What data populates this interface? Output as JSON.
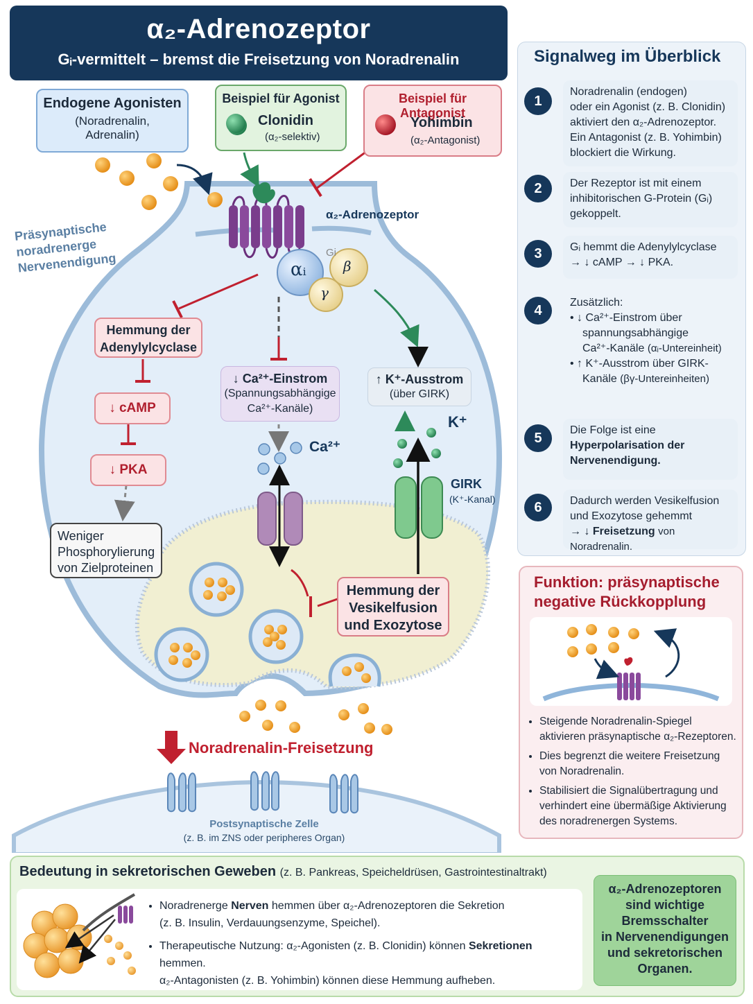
{
  "title": {
    "main": "α₂-Adrenozeptor",
    "sub": "Gᵢ-vermittelt – bremst die Freisetzung von Noradrenalin"
  },
  "agonists": {
    "title": "Endogene Agonisten",
    "sub1": "(Noradrenalin,",
    "sub2": "Adrenalin)"
  },
  "agonist_example": {
    "title": "Beispiel für Agonist",
    "name": "Clonidin",
    "note": "(α₂-selektiv)"
  },
  "antagonist_example": {
    "title": "Beispiel für Antagonist",
    "name": "Yohimbin",
    "note": "(α₂-Antagonist)"
  },
  "labels": {
    "receptor": "α₂-Adrenozeptor",
    "presynaptic1": "Präsynaptische",
    "presynaptic2": "noradrenerge",
    "presynaptic3": "Nervenendigung",
    "gi": "Gi",
    "alpha": "αᵢ",
    "beta": "β",
    "gamma": "γ",
    "ca": "Ca²⁺",
    "k": "K⁺",
    "girk1": "GIRK",
    "girk2": "(K⁺-Kanal)",
    "release": "Noradrenalin-Freisetzung",
    "post1": "Postsynaptische Zelle",
    "post2": "(z. B. im ZNS oder peripheres Organ)"
  },
  "boxes": {
    "ac1": "Hemmung der",
    "ac2": "Adenylylcyclase",
    "camp": "↓ cAMP",
    "pka": "↓ PKA",
    "phos1": "Weniger",
    "phos2": "Phosphorylierung",
    "phos3": "von Zielproteinen",
    "ca1": "↓ Ca²⁺-Einstrom",
    "ca2": "(Spannungsabhängige",
    "ca3": "Ca²⁺-Kanäle)",
    "k1": "↑ K⁺-Ausstrom",
    "k2": "(über GIRK)",
    "ves1": "Hemmung der",
    "ves2": "Vesikelfusion",
    "ves3": "und Exozytose"
  },
  "overview": {
    "title": "Signalweg im Überblick",
    "steps": [
      {
        "n": "1",
        "l1": "Noradrenalin (endogen)",
        "l2": "oder ein Agonist (z. B. Clonidin)",
        "l3": "aktiviert den α₂-Adrenozeptor.",
        "l4": "Ein Antagonist (z. B. Yohimbin)",
        "l5": "blockiert die Wirkung."
      },
      {
        "n": "2",
        "l1": "Der Rezeptor ist mit einem",
        "l2": "inhibitorischen G-Protein (Gᵢ)",
        "l3": "gekoppelt."
      },
      {
        "n": "3",
        "l1": "Gᵢ hemmt die Adenylylcyclase",
        "l2": "→ ↓ cAMP → ↓ PKA."
      },
      {
        "n": "4",
        "l1": "Zusätzlich:",
        "b1a": "• ↓ Ca²⁺-Einstrom über",
        "b1b": "spannungsabhängige",
        "b1c": "Ca²⁺-Kanäle",
        "b1d": "(αᵢ-Untereinheit)",
        "b2a": "• ↑ K⁺-Ausstrom über GIRK-",
        "b2b": "Kanäle",
        "b2c": "(βγ-Untereinheiten)"
      },
      {
        "n": "5",
        "l1": "Die Folge ist eine",
        "l2": "Hyperpolarisation der",
        "l3": "Nervenendigung."
      },
      {
        "n": "6",
        "l1": "Dadurch werden Vesikelfusion",
        "l2": "und Exozytose gehemmt",
        "l3a": "→ ↓",
        "l3b": "Freisetzung",
        "l3c": "von Noradrenalin."
      }
    ]
  },
  "function": {
    "title1": "Funktion: präsynaptische",
    "title2": "negative Rückkopplung",
    "b1a": "Steigende Noradrenalin-Spiegel",
    "b1b": "aktivieren präsynaptische α₂-Rezeptoren.",
    "b2a": "Dies begrenzt die weitere Freisetzung",
    "b2b": "von Noradrenalin.",
    "b3a": "Stabilisiert die Signalübertragung und",
    "b3b": "verhindert eine übermäßige Aktivierung",
    "b3c": "des noradrenergen Systems."
  },
  "secretory": {
    "title": "Bedeutung in sekretorischen Geweben",
    "title_note": "(z. B. Pankreas, Speicheldrüsen, Gastrointestinaltrakt)",
    "b1a": "Noradrenerge",
    "b1b": "Nerven",
    "b1c": "hemmen über α₂-Adrenozeptoren die",
    "b1d": "Sekretion",
    "b1e": "(z. B. Insulin, Verdauungsenzyme, Speichel).",
    "b2a": "Therapeutische Nutzung: α₂-Agonisten (z. B. Clonidin) können",
    "b2b": "Sekretionen",
    "b2c": "hemmen.",
    "b2d": "α₂-Antagonisten (z. B. Yohimbin) können diese Hemmung aufheben.",
    "summary1": "α₂-Adrenozeptoren",
    "summary2": "sind wichtige",
    "summary3": "Bremsschalter",
    "summary4": "in Nervenendigungen",
    "summary5": "und sekretorischen",
    "summary6": "Organen."
  },
  "colors": {
    "navy": "#16375a",
    "inhibit": "#c0202f",
    "activate": "#2d8a5a",
    "receptor": "#7a3d8c"
  }
}
